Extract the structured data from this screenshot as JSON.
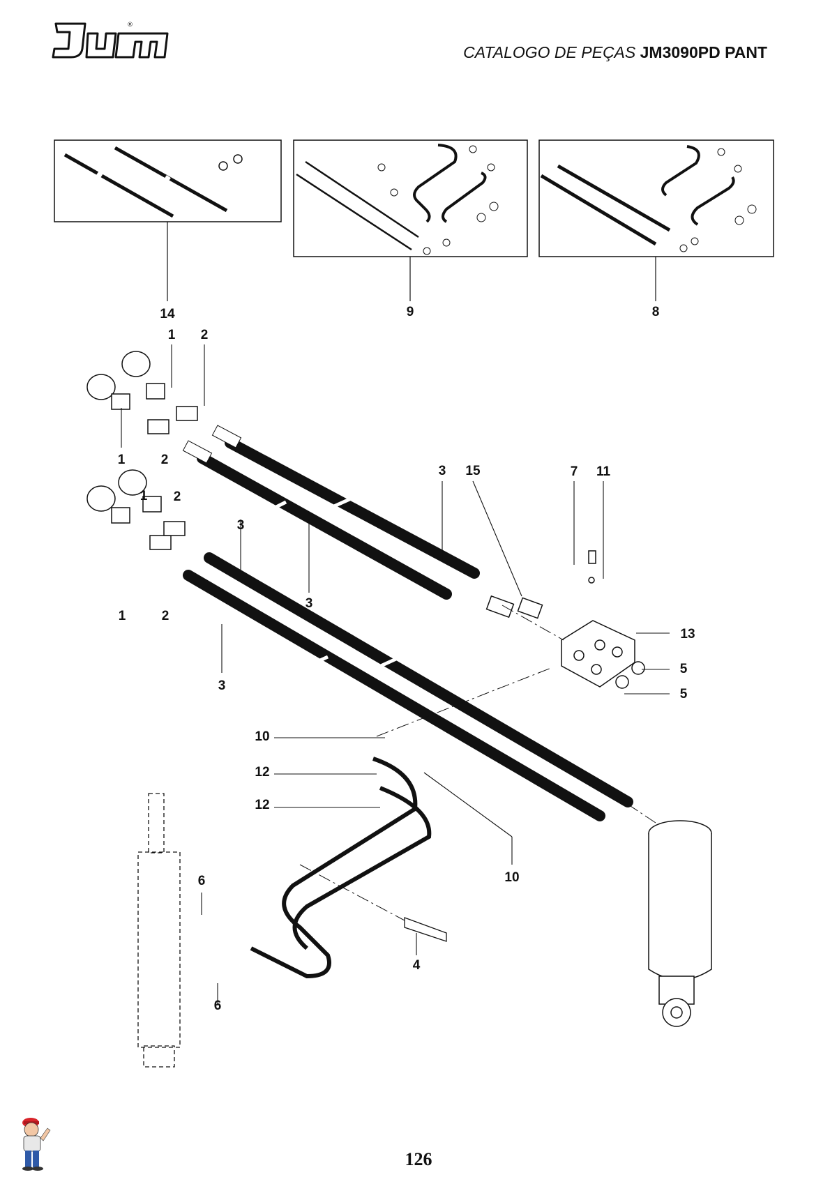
{
  "header": {
    "brand": "Jumil",
    "catalog_prefix": "CATALOGO DE PEÇAS",
    "model": "JM3090PD PANT"
  },
  "callouts": {
    "c14": "14",
    "c9": "9",
    "c8": "8",
    "c1a": "1",
    "c2a": "2",
    "c1b": "1",
    "c2b": "2",
    "c3a": "3",
    "c15": "15",
    "c7": "7",
    "c11": "11",
    "c1c": "1",
    "c2c": "2",
    "c3b": "3",
    "c3c": "3",
    "c1d": "1",
    "c2d": "2",
    "c13": "13",
    "c5a": "5",
    "c3d": "3",
    "c5b": "5",
    "c10a": "10",
    "c12a": "12",
    "c12b": "12",
    "c6a": "6",
    "c10b": "10",
    "c4": "4",
    "c6b": "6"
  },
  "footer": {
    "page_number": "126",
    "mascot": "mechanic-mascot-icon"
  }
}
